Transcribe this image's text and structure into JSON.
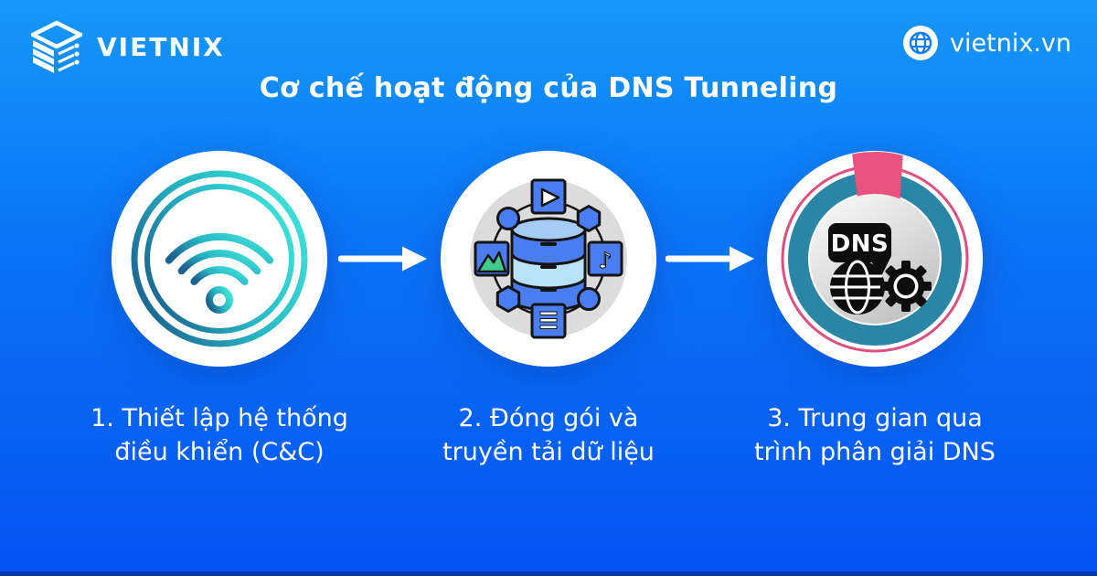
{
  "brand": {
    "name": "VIETNIX",
    "website": "vietnix.vn"
  },
  "title": "Cơ chế hoạt động của DNS Tunneling",
  "steps": [
    {
      "number": "1",
      "line1": "1. Thiết lập hệ thống",
      "line2": "điều khiển (C&C)",
      "icon": "wifi-signal"
    },
    {
      "number": "2",
      "line1": "2. Đóng gói và",
      "line2": "truyền tải dữ liệu",
      "icon": "data-packaging"
    },
    {
      "number": "3",
      "line1": "3. Trung gian qua",
      "line2": "trình phân giải DNS",
      "icon": "dns-resolver"
    }
  ],
  "badges": {
    "dns_label": "DNS"
  },
  "glyphs": {
    "music_note": "♪"
  },
  "colors": {
    "background_top": "#1598fa",
    "background_bottom": "#0453f2",
    "wifi_gradient_dark": "#1b6390",
    "wifi_gradient_light": "#3fe0d8",
    "packaging_blue": "#4a7df0",
    "packaging_green": "#3ecb8c",
    "inner_gray": "#dcdcdc",
    "ring_teal": "#2b86a6",
    "ring_pink": "#e8527f",
    "emblem_black": "#0d0d0d",
    "text_white": "#ffffff"
  }
}
